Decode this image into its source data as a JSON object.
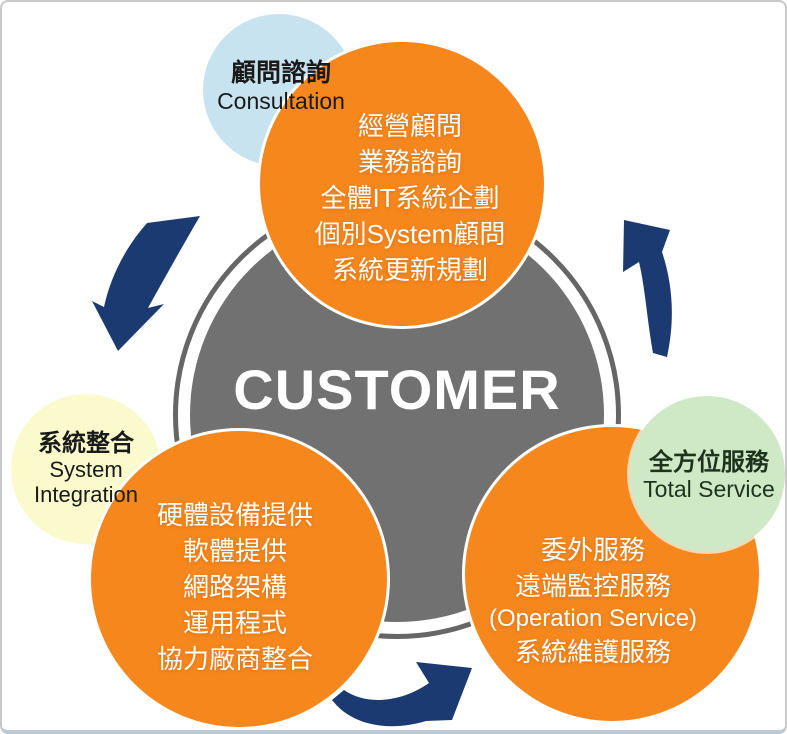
{
  "center": {
    "label": "CUSTOMER"
  },
  "colors": {
    "orange": "#F6871D",
    "gray_disk": "#717171",
    "gray_ring": "#666666",
    "navy_arrow": "#1C3A72",
    "pastel_blue": "#C7E3EF",
    "pastel_yellow": "#FAFACD",
    "pastel_green": "#CFE8C5",
    "white_text": "#FFFFFF",
    "dark_text": "#1A1A1A"
  },
  "groups": [
    {
      "id": "consultation",
      "badge_zh": "顧問諮詢",
      "badge_en": "Consultation",
      "services": [
        "經營顧問",
        "業務諮詢",
        "全體IT系統企劃",
        "個別System顧問",
        "系統更新規劃"
      ]
    },
    {
      "id": "system-integration",
      "badge_zh": "系統整合",
      "badge_en_line1": "System",
      "badge_en_line2": "Integration",
      "services": [
        "硬體設備提供",
        "軟體提供",
        "網路架構",
        "運用程式",
        "協力廠商整合"
      ]
    },
    {
      "id": "total-service",
      "badge_zh": "全方位服務",
      "badge_en": "Total Service",
      "services": [
        "委外服務",
        "遠端監控服務",
        "(Operation Service)",
        "系統維護服務"
      ]
    }
  ]
}
